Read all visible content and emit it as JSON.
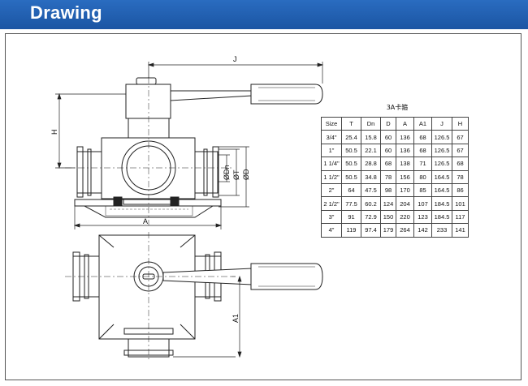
{
  "header": {
    "title": "Drawing"
  },
  "dimension_labels": {
    "j": "J",
    "h": "H",
    "a": "A",
    "a1": "A1",
    "dn": "ØDn",
    "t": "ØT",
    "d": "ØD"
  },
  "table": {
    "caption": "3A卡箍",
    "columns": [
      "Size",
      "T",
      "Dn",
      "D",
      "A",
      "A1",
      "J",
      "H"
    ],
    "rows": [
      [
        "3/4\"",
        "25.4",
        "15.8",
        "60",
        "136",
        "68",
        "126.5",
        "67"
      ],
      [
        "1\"",
        "50.5",
        "22.1",
        "60",
        "136",
        "68",
        "126.5",
        "67"
      ],
      [
        "1 1/4\"",
        "50.5",
        "28.8",
        "68",
        "138",
        "71",
        "126.5",
        "68"
      ],
      [
        "1 1/2\"",
        "50.5",
        "34.8",
        "78",
        "156",
        "80",
        "164.5",
        "78"
      ],
      [
        "2\"",
        "64",
        "47.5",
        "98",
        "170",
        "85",
        "164.5",
        "86"
      ],
      [
        "2 1/2\"",
        "77.5",
        "60.2",
        "124",
        "204",
        "107",
        "184.5",
        "101"
      ],
      [
        "3\"",
        "91",
        "72.9",
        "150",
        "220",
        "123",
        "184.5",
        "117"
      ],
      [
        "4\"",
        "119",
        "97.4",
        "179",
        "264",
        "142",
        "233",
        "141"
      ]
    ]
  }
}
